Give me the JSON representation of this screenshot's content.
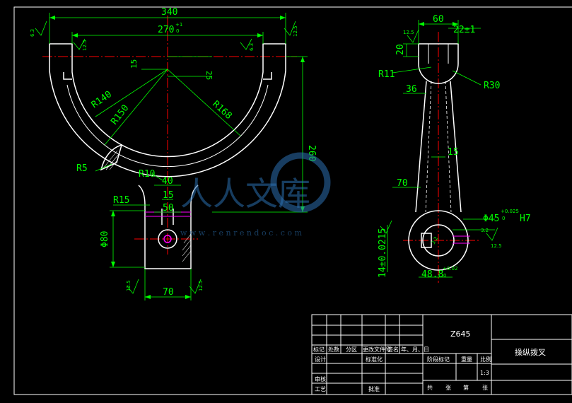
{
  "colors": {
    "background": "#000000",
    "outline": "#ffffff",
    "dimension": "#00ff00",
    "centerline": "#ff0000",
    "hatch": "#ffffff",
    "detail": "#ff00ff",
    "watermark": "#2b6fb0"
  },
  "front_view": {
    "dims": {
      "overall_width": "340",
      "inner_width": "270",
      "inner_width_tol_upper": "+1",
      "inner_width_tol_lower": "0",
      "offset_15": "15",
      "offset_25": "25",
      "r140": "R140",
      "r150": "R150",
      "r168": "R168",
      "r5": "R5",
      "r10": "R10",
      "r15": "R15",
      "height_260": "260",
      "slot_40": "40",
      "slot_15": "15",
      "slot_50": "50",
      "phi80": "Φ80",
      "base_70": "70"
    },
    "roughness": [
      "6.3",
      "12.5",
      "12.5",
      "6.3",
      "12.5",
      "12.5"
    ]
  },
  "side_view": {
    "dims": {
      "top_60": "60",
      "top_22": "22±1",
      "h20": "20",
      "r11": "R11",
      "r30": "R30",
      "w36": "36",
      "w15": "15",
      "w70": "70",
      "bore": "Φ45",
      "bore_tol_upper": "+0.025",
      "bore_tol_lower": "0",
      "bore_fit": "H7",
      "key_width": "14±0.0215",
      "key_depth": "48.8",
      "key_depth_tol_upper": "+0.02",
      "key_depth_tol_lower": "0",
      "small_label": "3.2"
    },
    "roughness": [
      "12.5",
      "3.2",
      "12.5"
    ]
  },
  "watermark": {
    "logo_text": "人人文库",
    "url": "w w w . r e n r e n d o c . c o m"
  },
  "title_block": {
    "code": "Z645",
    "part_name": "操纵拨叉",
    "scale": "1:3",
    "headers_row": [
      "标记",
      "处数",
      "分区",
      "更改文件号",
      "签名",
      "年、月、日"
    ],
    "labels": {
      "design": "设计",
      "standard": "标准化",
      "review": "审核",
      "process": "工艺",
      "approve": "批准",
      "stage_mark": "阶段标记",
      "weight": "重量",
      "scale_label": "比例",
      "total": "共",
      "sheets": "张",
      "sheet_no": "第",
      "sheet": "张"
    }
  }
}
